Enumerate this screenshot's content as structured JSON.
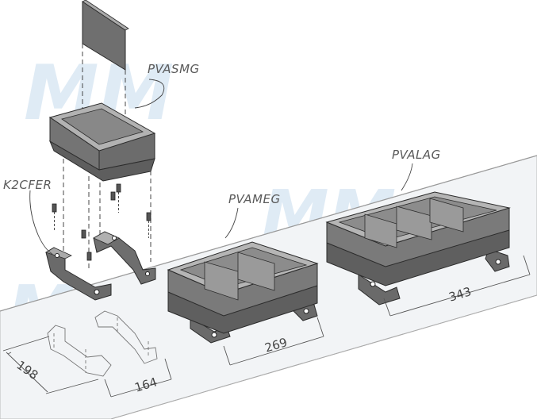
{
  "labels": {
    "pvasmg": "PVASMG",
    "k2cfer": "K2CFER",
    "pvameg": "PVAMEG",
    "pvalag": "PVALAG"
  },
  "dimensions": {
    "d198": "198",
    "d164": "164",
    "d269": "269",
    "d343": "343"
  },
  "watermark": "MM",
  "colors": {
    "body": "#7d7d7d",
    "top": "#b7b7b7",
    "side": "#6a6a6a",
    "inner": "#9a9a9a",
    "outline": "#2b2b2b",
    "rail": "#eceff2",
    "dim": "#555555",
    "watermark": "#dce9f5"
  }
}
